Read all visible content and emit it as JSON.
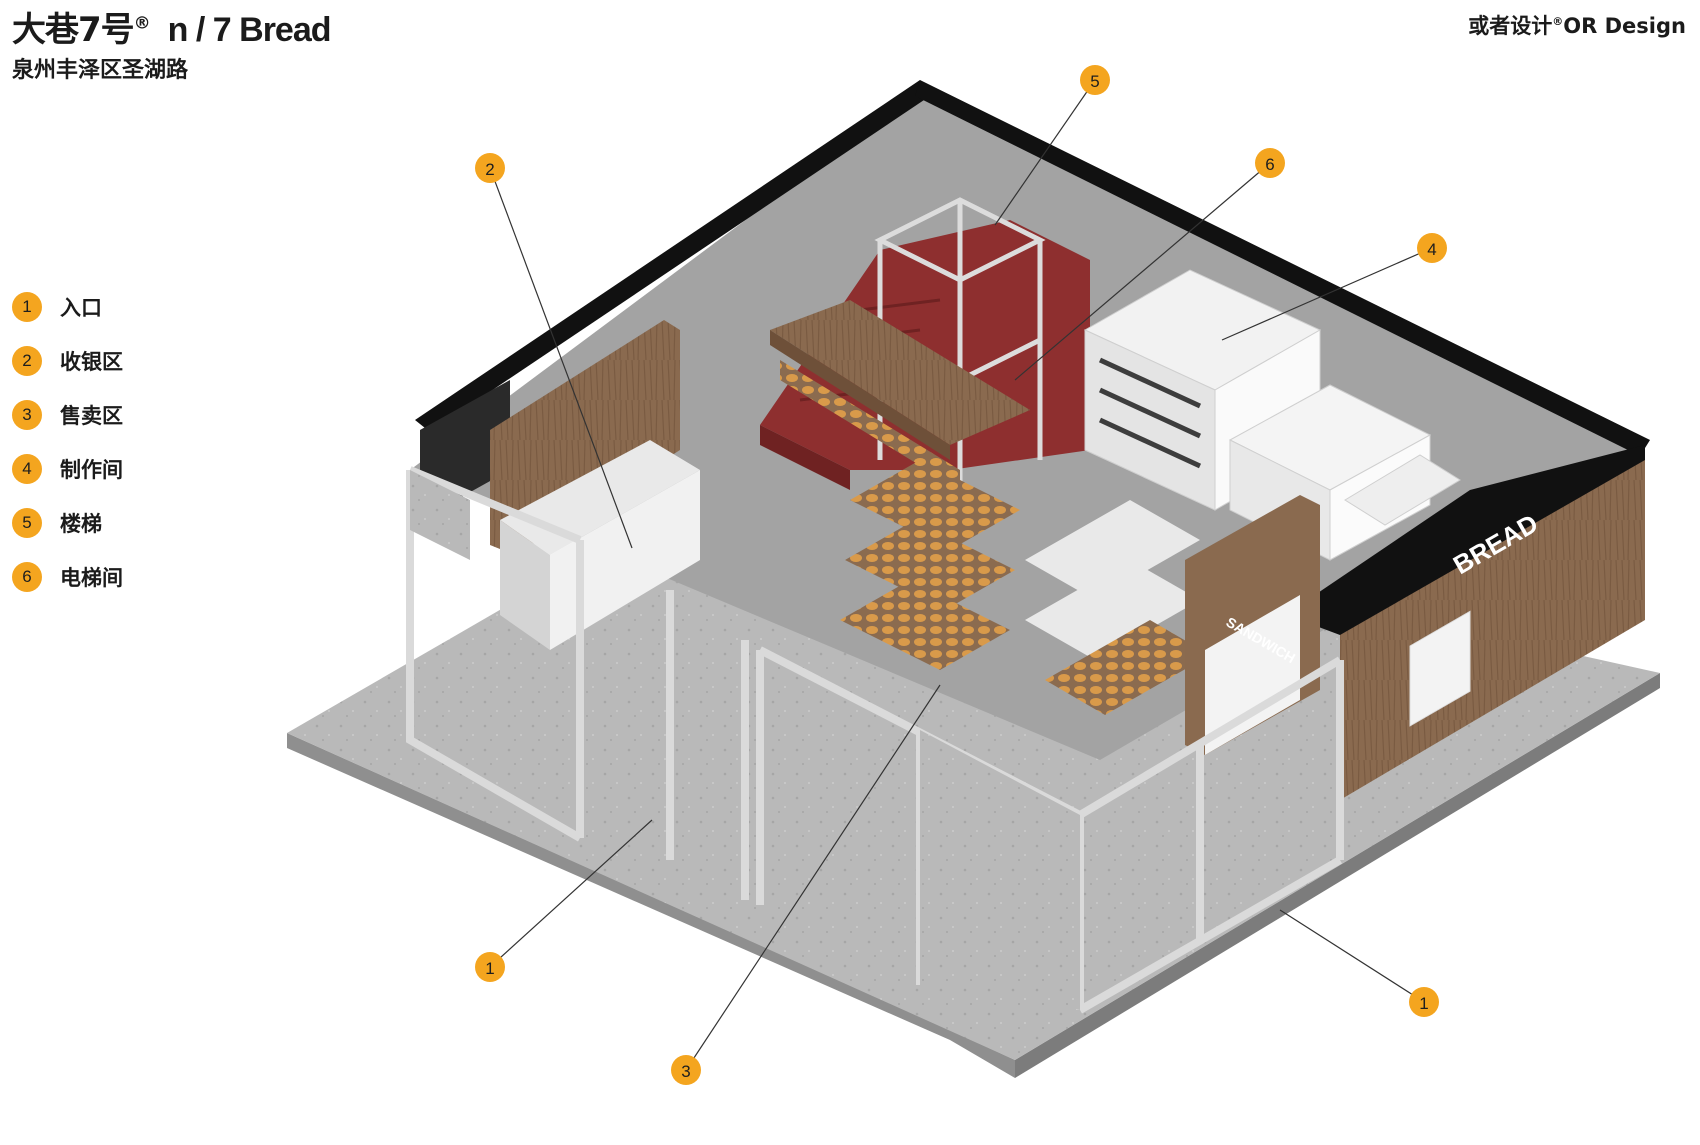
{
  "header": {
    "title_cn": "大巷7号",
    "registered": "®",
    "title_en": "n / 7 Bread",
    "location": "泉州丰泽区圣湖路"
  },
  "brand": {
    "cn": "或者设计",
    "registered": "®",
    "en": "OR Design"
  },
  "legend": [
    {
      "num": "1",
      "label": "入口"
    },
    {
      "num": "2",
      "label": "收银区"
    },
    {
      "num": "3",
      "label": "售卖区"
    },
    {
      "num": "4",
      "label": "制作间"
    },
    {
      "num": "5",
      "label": "楼梯"
    },
    {
      "num": "6",
      "label": "电梯间"
    }
  ],
  "signs": {
    "bread": "BREAD",
    "sandwich": "SANDWICH"
  },
  "colors": {
    "marker": "#f4a51f",
    "concrete": "#b7b7b7",
    "wood": "#8a6a4f",
    "stair_red": "#8e2f2f",
    "wall_black": "#111111"
  }
}
